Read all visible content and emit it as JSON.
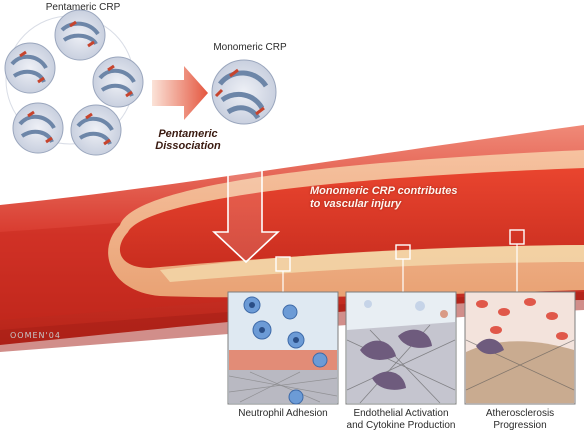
{
  "labels": {
    "pentameric_crp": "Pentameric CRP",
    "monomeric_crp": "Monomeric CRP",
    "pentameric_dissociation_line1": "Pentameric",
    "pentameric_dissociation_line2": "Dissociation",
    "vessel_caption_line1": "Monomeric CRP contributes",
    "vessel_caption_line2": "to vascular injury",
    "artist_signature": "OOMEN'04"
  },
  "panels": [
    {
      "caption_line1": "Neutrophil Adhesion",
      "caption_line2": ""
    },
    {
      "caption_line1": "Endothelial Activation",
      "caption_line2": "and Cytokine Production"
    },
    {
      "caption_line1": "Atherosclerosis",
      "caption_line2": "Progression"
    }
  ],
  "colors": {
    "vessel_outer": "#d7453a",
    "vessel_inner": "#f2a47e",
    "arrow_fill": "#e8745a",
    "protein_blue": "#6d86a8",
    "protein_red": "#c7442d"
  }
}
